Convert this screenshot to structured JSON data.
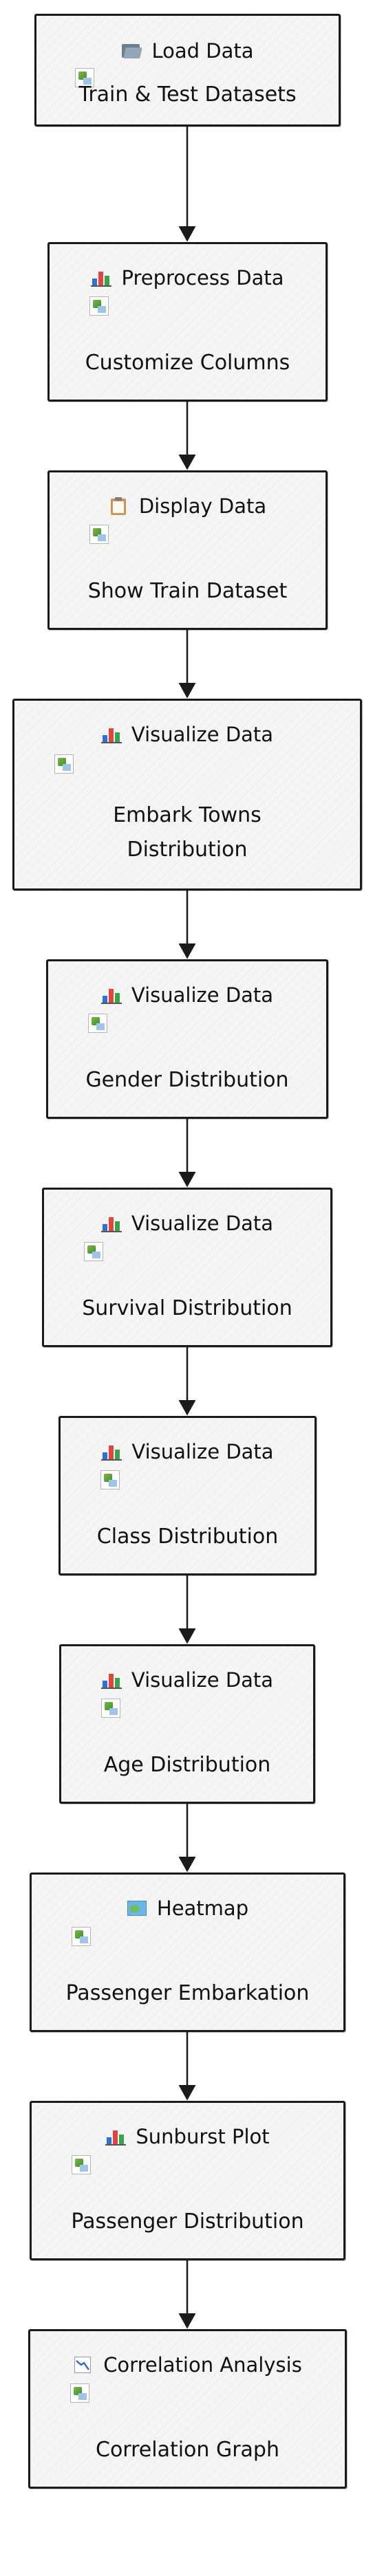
{
  "diagram": {
    "nodes": [
      {
        "icon": "folder-icon",
        "title": "Load Data",
        "subtitle": [
          "Train & Test Datasets"
        ]
      },
      {
        "icon": "bar-chart-icon",
        "title": "Preprocess Data",
        "subtitle": [
          "Customize Columns"
        ]
      },
      {
        "icon": "clipboard-icon",
        "title": "Display Data",
        "subtitle": [
          "Show Train Dataset"
        ]
      },
      {
        "icon": "bar-chart-icon",
        "title": "Visualize Data",
        "subtitle": [
          "Embark Towns",
          "Distribution"
        ]
      },
      {
        "icon": "bar-chart-icon",
        "title": "Visualize Data",
        "subtitle": [
          "Gender Distribution"
        ]
      },
      {
        "icon": "bar-chart-icon",
        "title": "Visualize Data",
        "subtitle": [
          "Survival Distribution"
        ]
      },
      {
        "icon": "bar-chart-icon",
        "title": "Visualize Data",
        "subtitle": [
          "Class Distribution"
        ]
      },
      {
        "icon": "bar-chart-icon",
        "title": "Visualize Data",
        "subtitle": [
          "Age Distribution"
        ]
      },
      {
        "icon": "map-icon",
        "title": "Heatmap",
        "subtitle": [
          "Passenger Embarkation"
        ]
      },
      {
        "icon": "bar-chart-icon",
        "title": "Sunburst Plot",
        "subtitle": [
          "Passenger Distribution"
        ]
      },
      {
        "icon": "chart-decreasing-icon",
        "title": "Correlation Analysis",
        "subtitle": [
          "Correlation Graph"
        ]
      }
    ],
    "edges": [
      {
        "from": 0,
        "to": 1
      },
      {
        "from": 1,
        "to": 2
      },
      {
        "from": 2,
        "to": 3
      },
      {
        "from": 3,
        "to": 4
      },
      {
        "from": 4,
        "to": 5
      },
      {
        "from": 5,
        "to": 6
      },
      {
        "from": 6,
        "to": 7
      },
      {
        "from": 7,
        "to": 8
      },
      {
        "from": 8,
        "to": 9
      },
      {
        "from": 9,
        "to": 10
      }
    ],
    "colors": {
      "node_fill": "#f5f5f5",
      "node_stroke": "#1a1a1a",
      "edge": "#1a1a1a"
    }
  }
}
